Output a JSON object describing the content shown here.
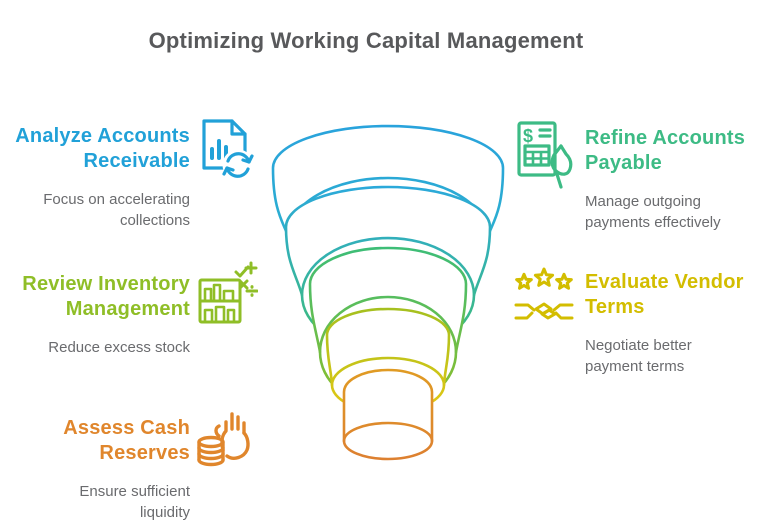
{
  "title": "Optimizing Working Capital Management",
  "colors": {
    "title": "#58595B",
    "subtitle_text": "#6A6B6E",
    "blue": "#21A1D8",
    "green": "#3DBB85",
    "lime": "#8FBE27",
    "yellow": "#D3BD00",
    "orange": "#E0862C"
  },
  "items": [
    {
      "id": "analyze-accounts-receivable",
      "side": "left",
      "color": "#21A1D8",
      "heading_lines": [
        "Analyze Accounts",
        "Receivable"
      ],
      "subtitle_lines": [
        "Focus on accelerating",
        "collections"
      ],
      "icon": "document-chart-refresh-icon"
    },
    {
      "id": "refine-accounts-payable",
      "side": "right",
      "color": "#3DBB85",
      "heading_lines": [
        "Refine Accounts",
        "Payable"
      ],
      "subtitle_lines": [
        "Manage outgoing",
        "payments effectively"
      ],
      "icon": "invoice-hand-icon"
    },
    {
      "id": "review-inventory-management",
      "side": "left",
      "color": "#8FBE27",
      "heading_lines": [
        "Review Inventory",
        "Management"
      ],
      "subtitle_lines": [
        "Reduce excess stock"
      ],
      "icon": "inventory-shelf-checklist-icon"
    },
    {
      "id": "evaluate-vendor-terms",
      "side": "right",
      "color": "#D3BD00",
      "heading_lines": [
        "Evaluate Vendor",
        "Terms"
      ],
      "subtitle_lines": [
        "Negotiate better",
        "payment terms"
      ],
      "icon": "stars-handshake-icon"
    },
    {
      "id": "assess-cash-reserves",
      "side": "left",
      "color": "#E0862C",
      "heading_lines": [
        "Assess Cash",
        "Reserves"
      ],
      "subtitle_lines": [
        "Ensure sufficient",
        "liquidity"
      ],
      "icon": "coins-hand-icon"
    }
  ],
  "funnel": {
    "description": "five nested cylinder outlines, blue to orange top-down",
    "tiers": [
      {
        "name": "tier-1-blue",
        "from": "#29A3DC",
        "to": "#2DB5C9"
      },
      {
        "name": "tier-2-teal",
        "from": "#2BA9DA",
        "to": "#3FBD74"
      },
      {
        "name": "tier-3-green",
        "from": "#3DBD77",
        "to": "#8FBE27"
      },
      {
        "name": "tier-4-yellow",
        "from": "#A6C01F",
        "to": "#E3C713"
      },
      {
        "name": "tier-5-orange",
        "from": "#E09B24",
        "to": "#DD8030"
      }
    ]
  }
}
